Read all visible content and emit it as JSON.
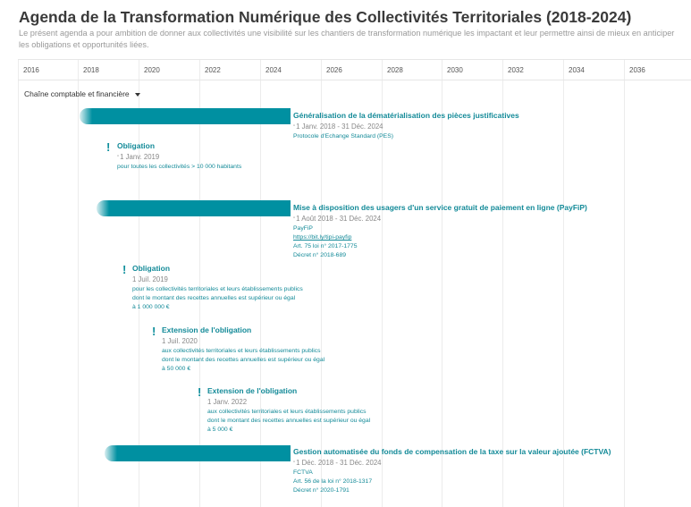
{
  "header": {
    "title": "Agenda de la Transformation Numérique des Collectivités Territoriales (2018-2024)",
    "subtitle": "Le présent agenda a pour ambition de donner aux collectivités une visibilité sur les chantiers de transformation numérique les impactant et leur permettre ainsi de mieux en anticiper les obligations et opportunités liées."
  },
  "timeline": {
    "years": [
      "2016",
      "2018",
      "2020",
      "2022",
      "2024",
      "2026",
      "2028",
      "2030",
      "2032",
      "2034",
      "2036"
    ],
    "group_label": "Chaîne comptable et financière",
    "bar_color": "#0090a1",
    "accent_color": "#138a98"
  },
  "items": {
    "dematerialisation": {
      "title": "Généralisation de la dématérialisation des pièces justificatives",
      "date_icon": "calendar-icon",
      "date": "1 Janv. 2018 - 31 Déc. 2024",
      "lines": [
        "Protocole d'Echange Standard (PES)"
      ]
    },
    "obligation1": {
      "title": "Obligation",
      "date_icon": "calendar-icon",
      "date": "1 Janv. 2019",
      "lines": [
        "pour toutes les collectivités > 10 000 habitants"
      ]
    },
    "payfip": {
      "title": "Mise à disposition des usagers d'un service gratuit de paiement en ligne (PayFiP)",
      "date_icon": "calendar-icon",
      "date": "1 Août 2018 - 31 Déc. 2024",
      "line1": "PayFiP",
      "link": "https://bit.ly/tipi-payfip",
      "line3": "Art. 75 loi n° 2017-1775",
      "line4": "Décret n° 2018-689"
    },
    "obligation2": {
      "title": "Obligation",
      "date": "1 Juil. 2019",
      "lines": [
        "pour les collectivités territoriales et leurs établissements publics",
        "dont le montant des recettes annuelles est supérieur ou égal",
        "à 1 000 000 €"
      ]
    },
    "extension1": {
      "title": "Extension de l'obligation",
      "date": "1 Juil. 2020",
      "lines": [
        "aux collectivités territoriales et leurs établissements publics",
        "dont le montant des recettes annuelles est supérieur ou égal",
        "à 50 000 €"
      ]
    },
    "extension2": {
      "title": "Extension de l'obligation",
      "date": "1 Janv. 2022",
      "lines": [
        "aux collectivités territoriales et leurs établissements publics",
        "dont le montant des recettes annuelles est supérieur ou égal",
        "à 5 000 €"
      ]
    },
    "fctva": {
      "title": "Gestion automatisée du fonds de compensation de la taxe sur la valeur ajoutée (FCTVA)",
      "date_icon": "calendar-icon",
      "date": "1 Déc. 2018 - 31 Déc. 2024",
      "lines": [
        "FCTVA",
        "Art. 56 de la loi n° 2018-1317",
        "Décret n° 2020-1791"
      ]
    }
  }
}
